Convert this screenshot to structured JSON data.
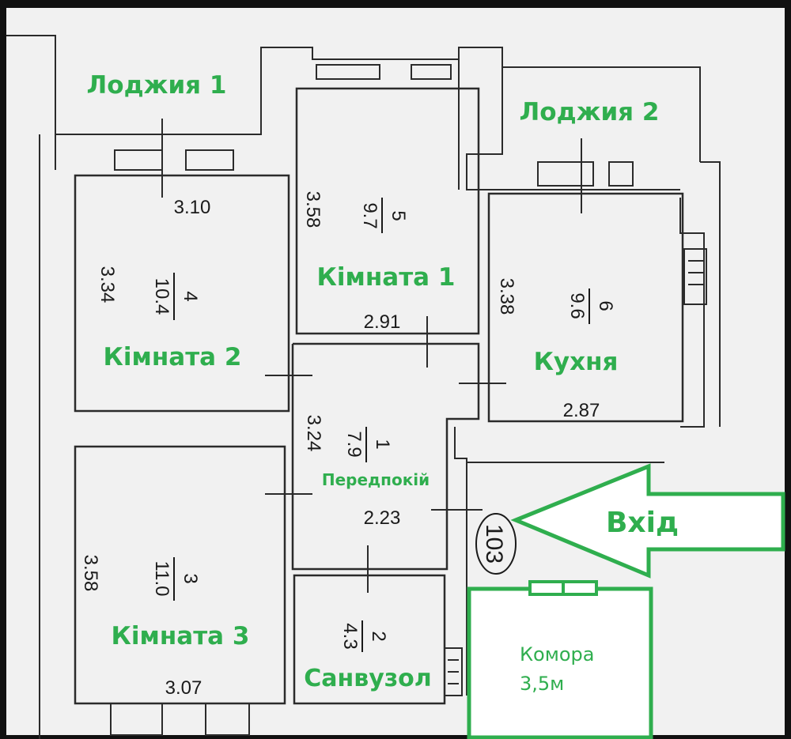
{
  "labels": {
    "loggia1": "Лоджия 1",
    "loggia2": "Лоджия 2",
    "room1": "Кімната 1",
    "room2": "Кімната 2",
    "room3": "Кімната 3",
    "kitchen": "Кухня",
    "hallway": "Передпокій",
    "bathroom": "Санвузол",
    "entrance": "Вхід",
    "storage_title": "Комора",
    "storage_area": "3,5м"
  },
  "dimensions": {
    "room2_width": "3.10",
    "room2_height": "3.34",
    "room1_height": "3.58",
    "room1_width": "2.91",
    "kitchen_height": "3.38",
    "kitchen_width": "2.87",
    "hallway_height": "3.24",
    "hallway_width": "2.23",
    "room3_height": "3.58",
    "room3_width": "3.07"
  },
  "rooms": {
    "room1": {
      "number": "5",
      "area": "9.7"
    },
    "room2": {
      "number": "4",
      "area": "10.4"
    },
    "kitchen": {
      "number": "6",
      "area": "9.6"
    },
    "hallway": {
      "number": "1",
      "area": "7.9"
    },
    "room3": {
      "number": "3",
      "area": "11.0"
    },
    "bathroom": {
      "number": "2",
      "area": "4.3"
    }
  },
  "apartment_number": "103",
  "colors": {
    "label_green": "#2fae4e",
    "paper": "#f1f1f1",
    "line": "#2b2b2b"
  }
}
